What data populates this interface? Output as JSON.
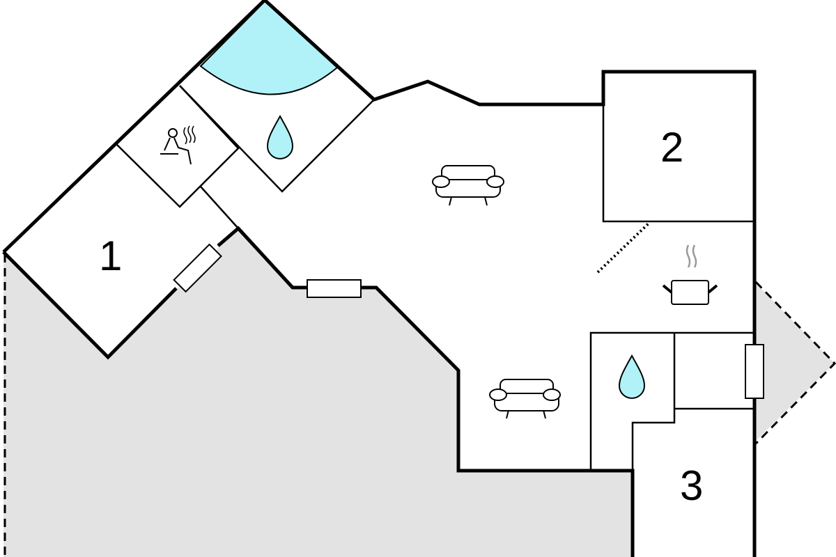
{
  "diagram": {
    "type": "floor-plan",
    "colors": {
      "wall": "#000000",
      "outdoor": "#e3e3e3",
      "water": "#b0f2f8",
      "background": "#ffffff",
      "steam": "#9a9a9a"
    },
    "rooms": [
      {
        "id": "bedroom-1",
        "label": "1"
      },
      {
        "id": "bedroom-2",
        "label": "2"
      },
      {
        "id": "bedroom-3",
        "label": "3"
      }
    ],
    "icons": [
      {
        "name": "sauna-icon",
        "room": "sauna"
      },
      {
        "name": "water-drop-icon",
        "room": "bathroom-upper"
      },
      {
        "name": "water-drop-icon",
        "room": "bathroom-lower"
      },
      {
        "name": "sofa-icon",
        "room": "living-room-upper"
      },
      {
        "name": "sofa-icon",
        "room": "living-room-lower"
      },
      {
        "name": "cooking-pot-icon",
        "room": "kitchen"
      },
      {
        "name": "hot-tub",
        "room": "spa"
      }
    ],
    "doors": [
      "door-bedroom-1",
      "door-living-south",
      "door-east-entrance"
    ],
    "outdoor_areas": [
      "terrace-southwest",
      "terrace-east"
    ]
  }
}
